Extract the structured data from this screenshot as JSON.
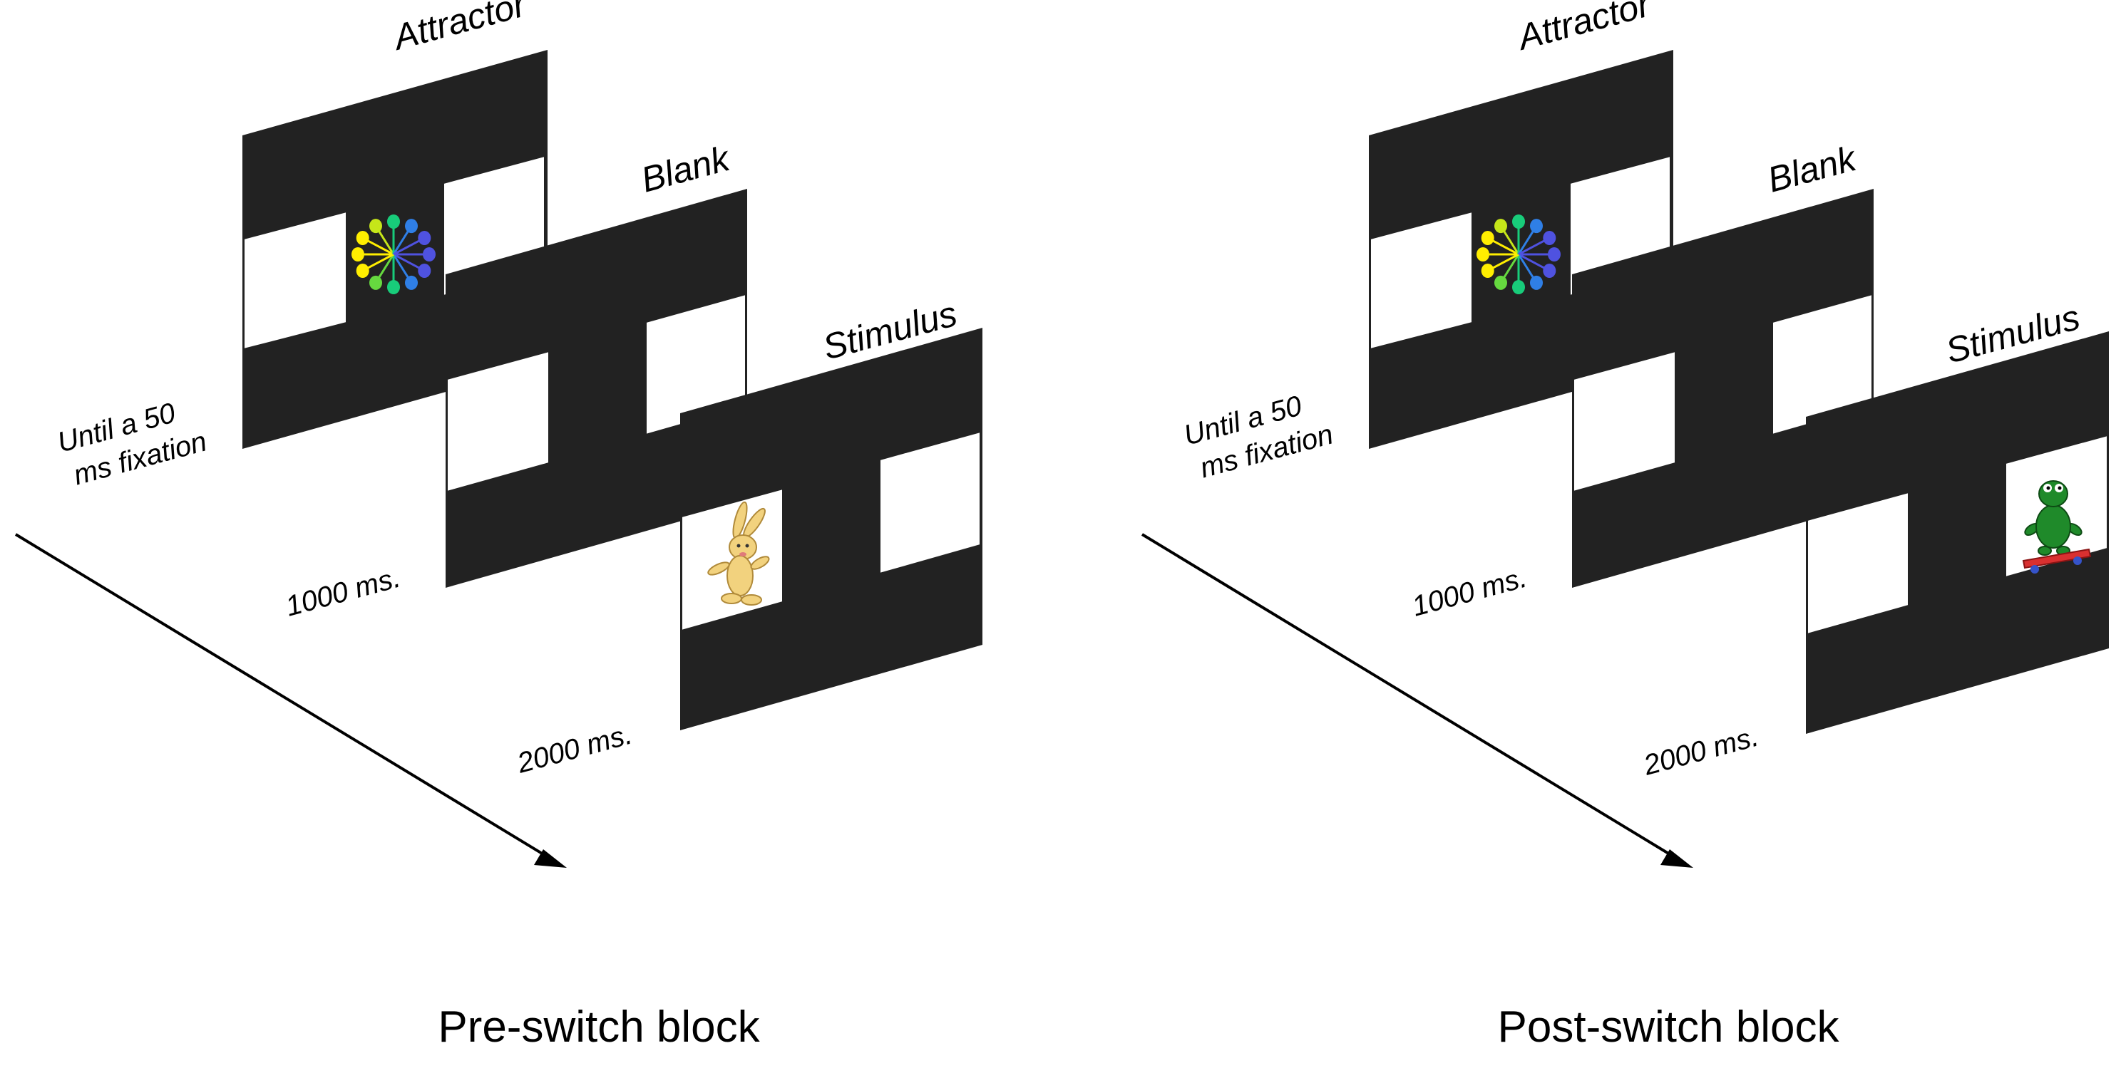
{
  "blocks": [
    {
      "label": "Pre-switch block",
      "screens": [
        {
          "title": "Attractor",
          "duration": [
            "Until a 50",
            "ms fixation"
          ],
          "content_icon": "attractor-starburst-icon"
        },
        {
          "title": "Blank",
          "duration": [
            "1000 ms."
          ],
          "content_icon": null
        },
        {
          "title": "Stimulus",
          "duration": [
            "2000 ms."
          ],
          "content_icon": "rabbit-icon",
          "content_side": "left"
        }
      ]
    },
    {
      "label": "Post-switch block",
      "screens": [
        {
          "title": "Attractor",
          "duration": [
            "Until a 50",
            "ms fixation"
          ],
          "content_icon": "attractor-starburst-icon"
        },
        {
          "title": "Blank",
          "duration": [
            "1000 ms."
          ],
          "content_icon": null
        },
        {
          "title": "Stimulus",
          "duration": [
            "2000 ms."
          ],
          "content_icon": "turtle-on-skateboard-icon",
          "content_side": "right"
        }
      ]
    }
  ],
  "colors": {
    "screen": "#222222",
    "window": "#ffffff",
    "attractor_spokes": [
      "#ffee00",
      "#c6e619",
      "#66d93f",
      "#18cc7a",
      "#19b8c8",
      "#2f7fe6",
      "#4f52e0"
    ],
    "rabbit": "#f2d27e",
    "turtle": "#1f8a2a",
    "skateboard": "#d93030"
  }
}
